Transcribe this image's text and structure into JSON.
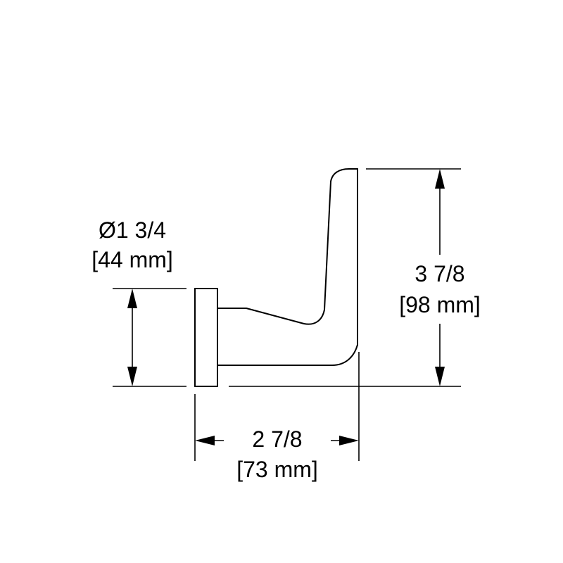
{
  "dimensions": {
    "diameter": {
      "imperial": "Ø1 3/4",
      "metric": "[44 mm]"
    },
    "height": {
      "imperial": "3 7/8",
      "metric": "[98 mm]"
    },
    "depth": {
      "imperial": "2 7/8",
      "metric": "[73 mm]"
    }
  }
}
